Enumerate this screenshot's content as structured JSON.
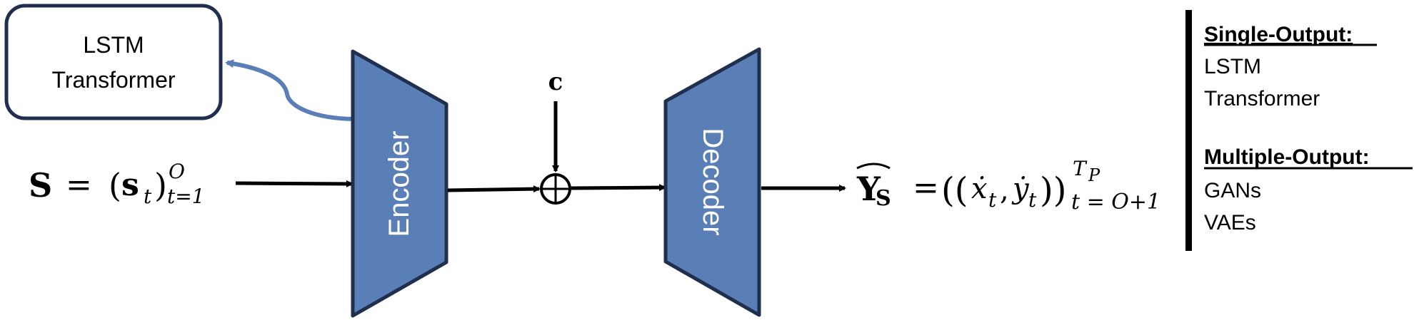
{
  "diagram": {
    "backbone_box": {
      "lines": [
        "LSTM",
        "Transformer"
      ]
    },
    "encoder": {
      "label": "Encoder"
    },
    "decoder": {
      "label": "Decoder"
    },
    "condition": {
      "label": "c",
      "combine_symbol": "⊕"
    },
    "input_formula": {
      "lhs": "S",
      "equals": "=",
      "open": "(",
      "body": "s",
      "body_sub": "t",
      "close": ")",
      "sup": "O",
      "sub": "t=1"
    },
    "output_formula": {
      "lhs": "Y",
      "lhs_sub": "S",
      "equals": "=",
      "open": "((",
      "x": "ẋ",
      "x_sub": "t",
      "comma": ",",
      "y": "ẏ",
      "y_sub": "t",
      "close": "))",
      "sup": "T",
      "sup_sub": "P",
      "sub": "t = O+1"
    },
    "legend": {
      "groups": [
        {
          "heading": "Single-Output:",
          "items": [
            "LSTM",
            "Transformer"
          ]
        },
        {
          "heading": "Multiple-Output:",
          "items": [
            "GANs",
            "VAEs"
          ]
        }
      ]
    },
    "colors": {
      "block_fill": "#5a7fb7",
      "block_stroke": "#1f2f4d",
      "curve": "#5a7fb7",
      "box_stroke": "#1f2f4d",
      "arrow": "#000000",
      "block_text": "#ffffff"
    }
  }
}
